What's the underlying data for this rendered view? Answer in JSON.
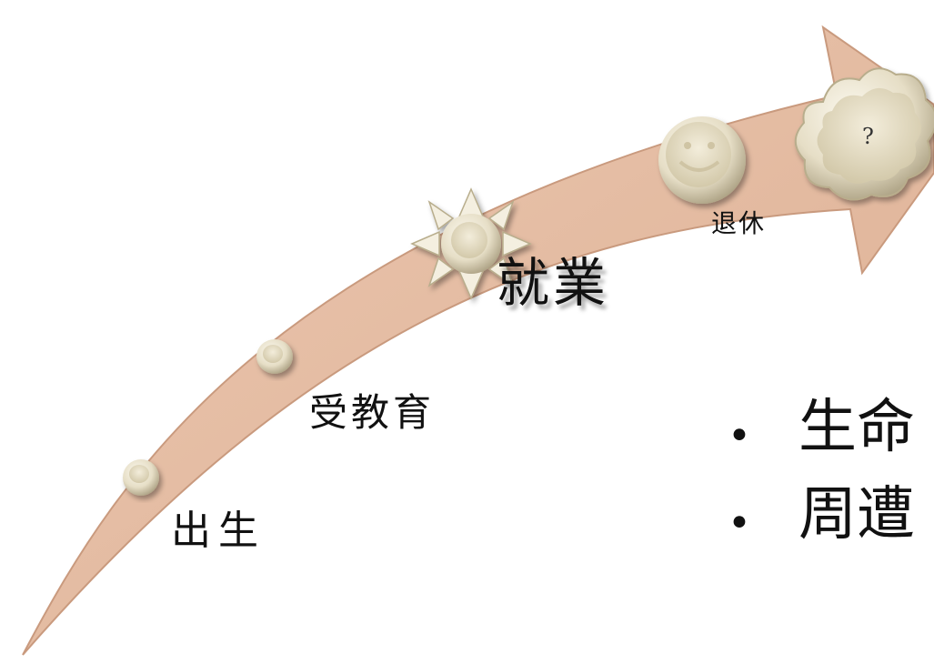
{
  "stages": {
    "birth": "出生",
    "education": "受教育",
    "employment": "就業",
    "retirement": "退休",
    "unknown": "?"
  },
  "bullets": [
    {
      "text": "生命"
    },
    {
      "text": "周遭"
    }
  ],
  "colors": {
    "arrow_fill": "#e7bfa6",
    "arrow_edge": "#c99a7e",
    "marker_fill": "#e9e2cc",
    "marker_shadow": "#b8ad8c"
  },
  "icons": [
    "circle-marker",
    "circle-marker",
    "sun-icon",
    "smiley-icon",
    "cloud-icon"
  ]
}
